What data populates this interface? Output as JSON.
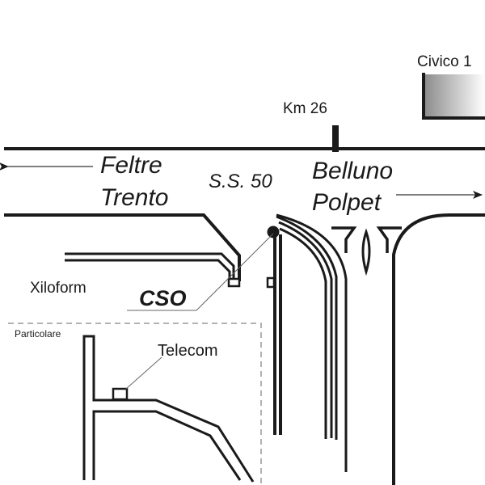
{
  "map": {
    "labels": {
      "civico": "Civico 1",
      "km": "Km 26",
      "road_name": "S.S. 50",
      "west_dest_1": "Feltre",
      "west_dest_2": "Trento",
      "east_dest_1": "Belluno",
      "east_dest_2": "Polpet",
      "xiloform": "Xiloform",
      "cso": "CSO",
      "inset_title": "Particolare",
      "telecom": "Telecom"
    },
    "colors": {
      "road": "#1a1a1a",
      "leader": "#666666",
      "inset_border": "#999999",
      "building_gradient_start": "#8a8a8a",
      "building_gradient_end": "#ffffff"
    }
  }
}
